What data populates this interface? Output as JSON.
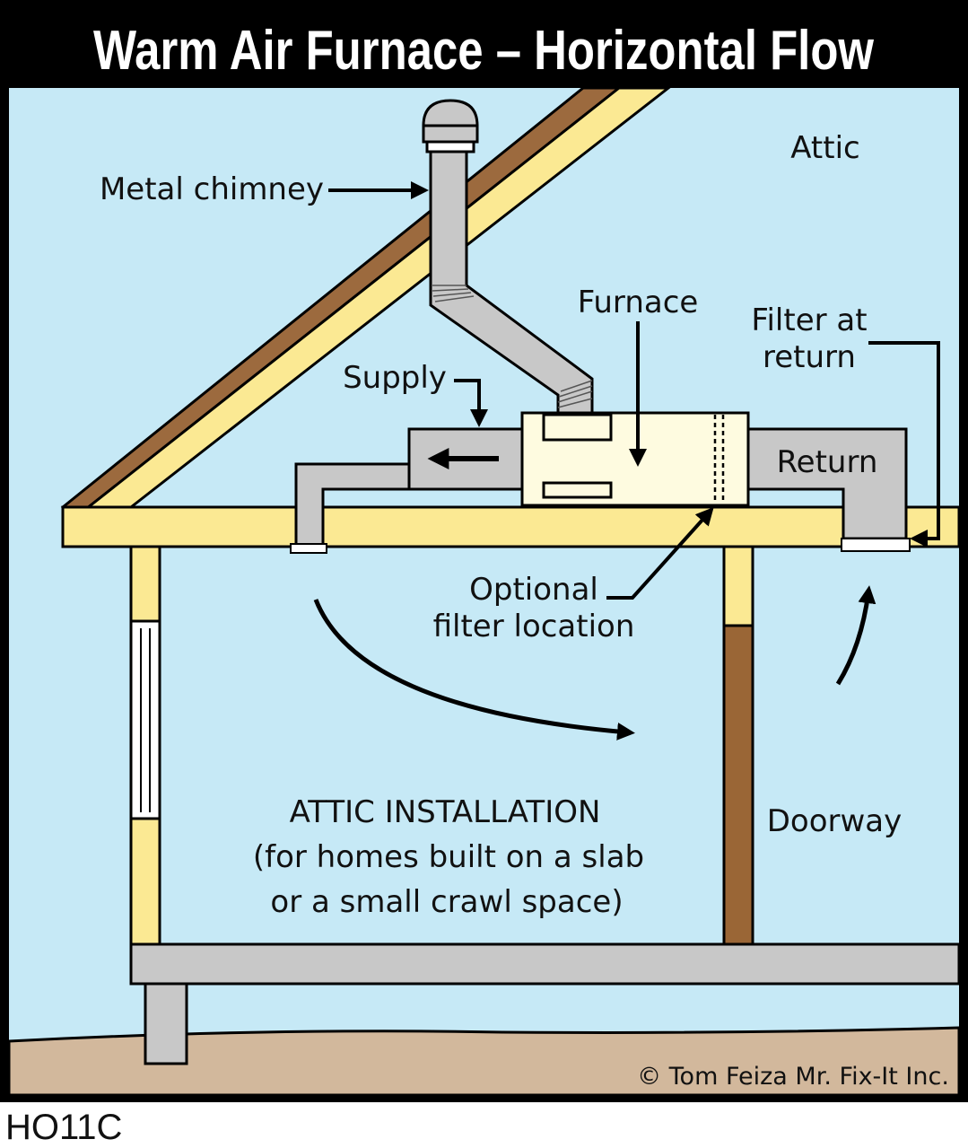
{
  "title": "Warm Air Furnace – Horizontal Flow",
  "labels": {
    "attic": "Attic",
    "metal_chimney": "Metal chimney",
    "furnace": "Furnace",
    "filter_at_return_line1": "Filter at",
    "filter_at_return_line2": "return",
    "supply": "Supply",
    "return": "Return",
    "optional_filter_line1": "Optional",
    "optional_filter_line2": "filter location",
    "installation_line1": "ATTIC INSTALLATION",
    "installation_line2": "(for homes built on a slab",
    "installation_line3": "or a small crawl space)",
    "doorway": "Doorway"
  },
  "credit": "©  Tom Feiza Mr. Fix-It Inc.",
  "code": "HO11C",
  "colors": {
    "sky": "#c6e9f6",
    "frame_wood": "#fbe993",
    "rafter_edge": "#9c6a3e",
    "metal": "#c8c8c8",
    "furnace_body": "#fefbe0",
    "ground": "#d2b89c",
    "door": "#9a6636",
    "title_bar": "#000000"
  }
}
